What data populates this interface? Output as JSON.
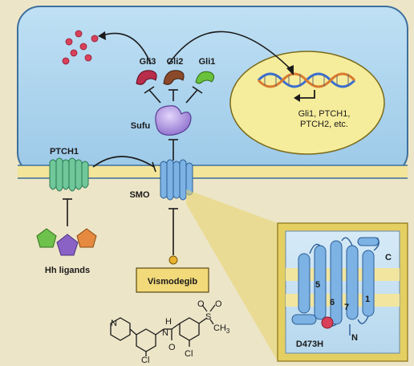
{
  "labels": {
    "ptch1": "PTCH1",
    "smo": "SMO",
    "sufu": "Sufu",
    "gli3": "Gli3",
    "gli2": "Gli2",
    "gli1": "Gli1",
    "target_genes_line1": "Gli1, PTCH1,",
    "target_genes_line2": "PTCH2, etc.",
    "hh_ligands": "Hh ligands",
    "drug": "Vismodegib",
    "mutation": "D473H",
    "helix_5": "5",
    "helix_6": "6",
    "helix_7": "7",
    "helix_1": "1",
    "n_term": "N",
    "c_term": "C"
  },
  "structure_labels": {
    "cl1": "Cl",
    "n_ring": "N",
    "h_amide": "H",
    "n_amide": "N",
    "o_amide": "O",
    "cl2": "Cl",
    "s": "S",
    "o1": "O",
    "o2": "O",
    "ch3": "CH",
    "ch3_sub": "3"
  },
  "colors": {
    "cell_fill": "#a8d2ec",
    "membrane": "#f3e59a",
    "nucleus": "#f6ed9c",
    "ptch1": "#6fc79a",
    "smo": "#7db2e4",
    "sufu": "#b49ae0",
    "gli3": "#b72d4a",
    "gli2": "#8a4a2a",
    "gli1": "#6ac23c",
    "drug_box": "#f2d97a",
    "inset_frame": "#c9a92a",
    "dna_a": "#3a6fd0",
    "dna_b": "#d87a30",
    "dot_red": "#d9405a",
    "ligand_green": "#6ec24c",
    "ligand_purple": "#8a62c6",
    "ligand_orange": "#e58a3e"
  },
  "icons": [
    "ptch1-receptor-icon",
    "smo-receptor-icon",
    "sufu-icon",
    "gli-icon",
    "dna-helix-icon",
    "ligand-pentagon-icon",
    "drug-ball-icon",
    "transcript-arrow-icon"
  ]
}
